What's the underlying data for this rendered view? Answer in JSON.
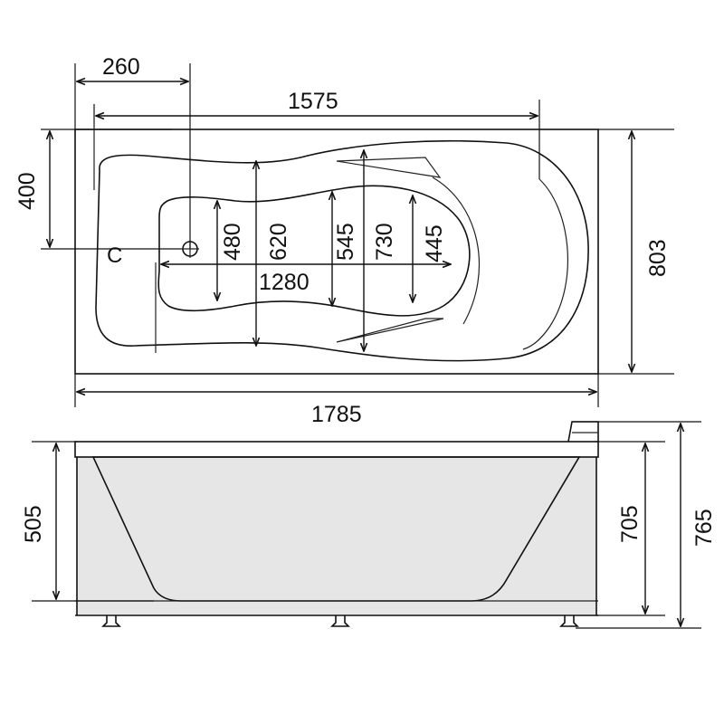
{
  "top_view": {
    "dims": {
      "d260": "260",
      "d1575": "1575",
      "d400": "400",
      "d803": "803",
      "d480": "480",
      "d620": "620",
      "d545": "545",
      "d730": "730",
      "d445": "445",
      "d1280": "1280",
      "d1785": "1785"
    },
    "drain_mark": "C"
  },
  "side_view": {
    "dims": {
      "d505": "505",
      "d705": "705",
      "d765": "765"
    }
  },
  "colors": {
    "line": "#111111",
    "panel_fill": "#e6e6e6"
  }
}
